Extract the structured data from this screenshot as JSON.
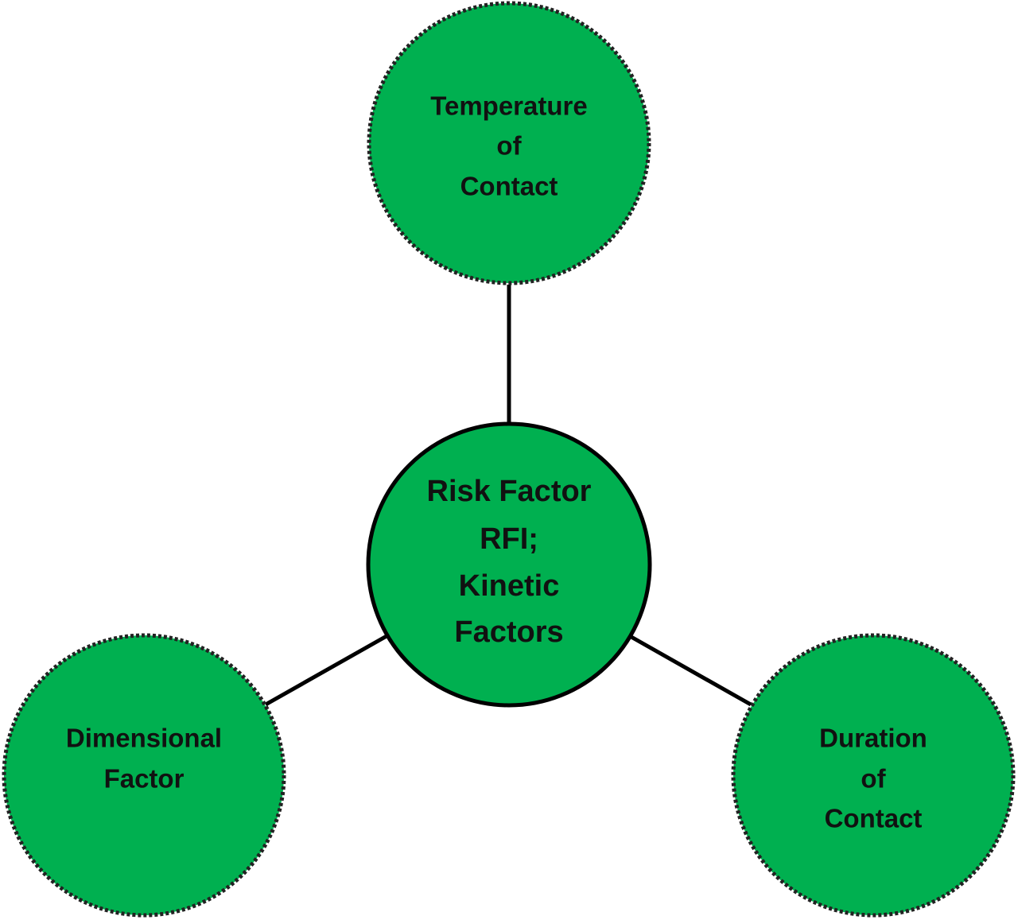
{
  "colors": {
    "node_fill": "#00b050",
    "outline": "#000000",
    "background": "#ffffff"
  },
  "center_node": {
    "lines": [
      "Risk Factor",
      "RFI;",
      "Kinetic",
      "Factors"
    ]
  },
  "top_node": {
    "lines": [
      "Temperature",
      "of",
      "Contact"
    ]
  },
  "left_node": {
    "lines": [
      "Dimensional",
      "Factor"
    ]
  },
  "right_node": {
    "lines": [
      "Duration",
      "of",
      "Contact"
    ]
  }
}
